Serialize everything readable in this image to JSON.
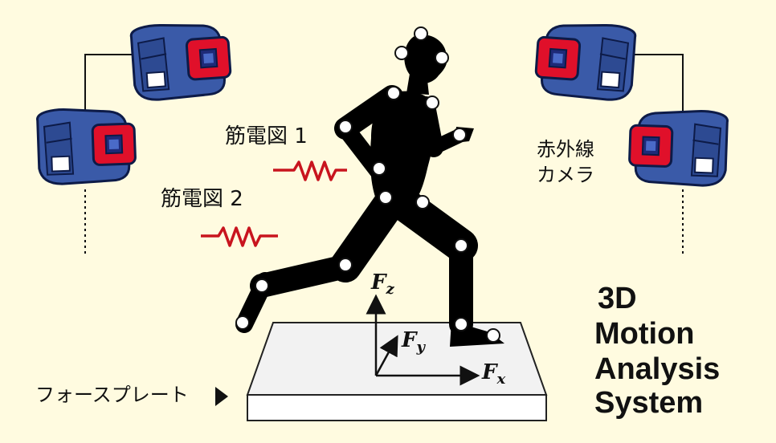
{
  "labels": {
    "emg1": "筋電図 1",
    "emg2": "筋電図 2",
    "infrared_camera_line1": "赤外線",
    "infrared_camera_line2": "カメラ",
    "force_plate": "フォースプレート"
  },
  "forces": {
    "fz_main": "F",
    "fz_sub": "z",
    "fy_main": "F",
    "fy_sub": "y",
    "fx_main": "F",
    "fx_sub": "x"
  },
  "title": {
    "line1": "3D",
    "line2": "Motion",
    "line3": "Analysis",
    "line4": "System"
  },
  "icons": [
    "camera-icon",
    "emg-signal-icon",
    "runner-silhouette",
    "marker-dot",
    "force-plate",
    "arrow-right-icon"
  ],
  "colors": {
    "background": "#fffbe0",
    "camera_body": "#3a5aa8",
    "camera_lens_ring": "#e0102a",
    "emg_signal": "#c8141e",
    "silhouette": "#000000",
    "plate": "#f2f2f2"
  }
}
